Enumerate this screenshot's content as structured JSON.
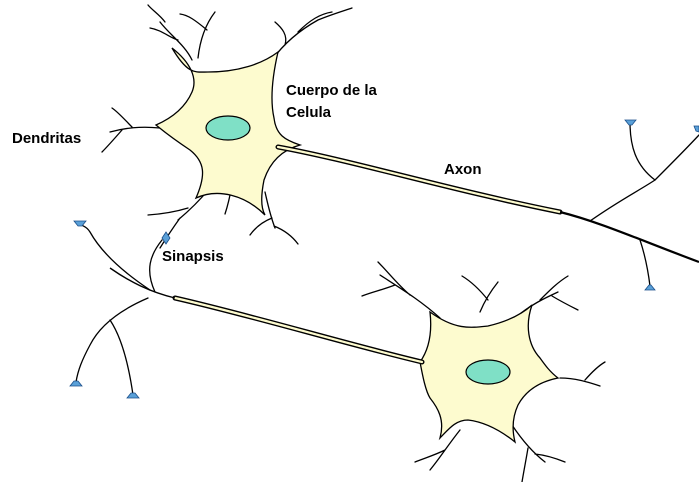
{
  "labels": {
    "dendrites": "Dendritas",
    "cell_body_line1": "Cuerpo de la",
    "cell_body_line2": "Celula",
    "axon": "Axon",
    "synapse": "Sinapsis"
  },
  "colors": {
    "cell_body": "#fdfbcf",
    "nucleus": "#7fe0c6",
    "terminal": "#5aa0d8",
    "line": "#000000"
  }
}
